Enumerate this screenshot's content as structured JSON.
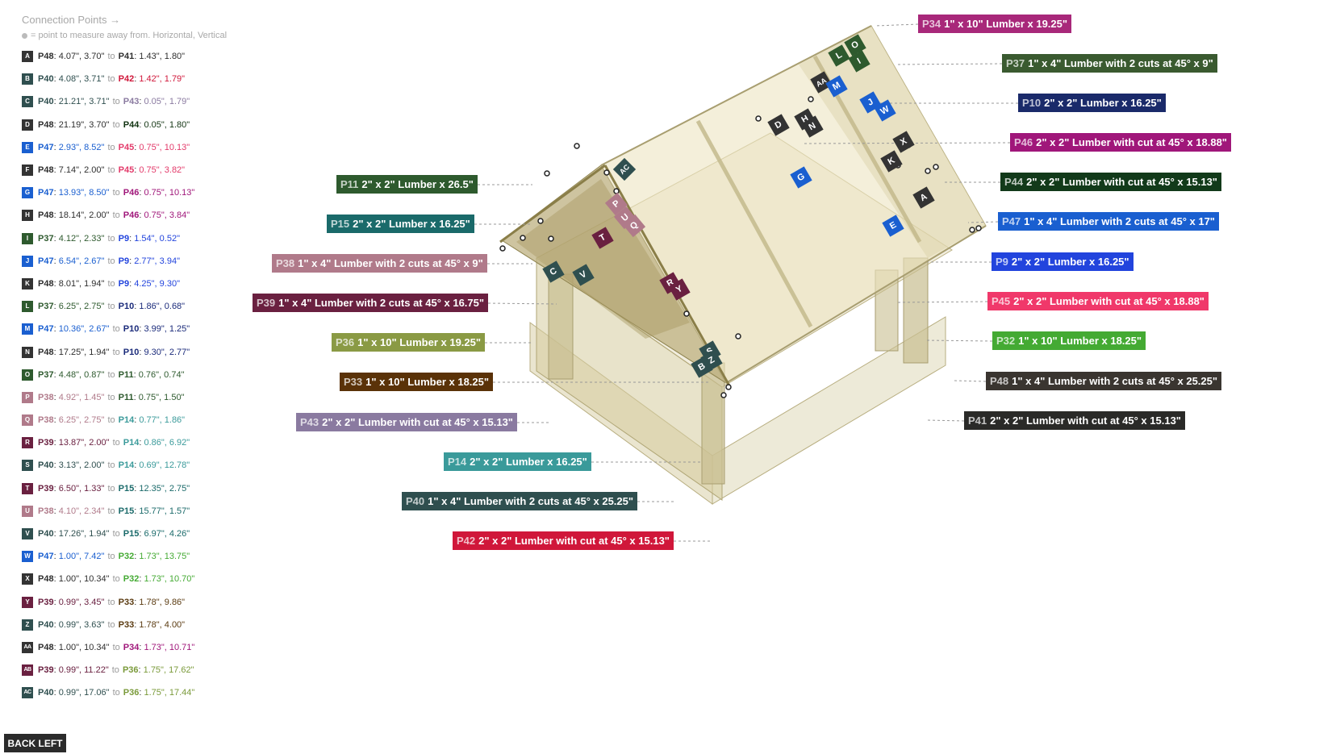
{
  "legend": {
    "title": "Connection Points →",
    "subtitle": "= point to measure away from. Horizontal, Vertical",
    "rows": [
      {
        "code": "A",
        "bg": "#333333",
        "from": "P48",
        "fromColor": "#2e2e2e",
        "fromVal": "4.07\", 3.70\"",
        "to": "P41",
        "toColor": "#2e2e2e",
        "toVal": "1.43\", 1.80\""
      },
      {
        "code": "B",
        "bg": "#2f4f4f",
        "from": "P40",
        "fromColor": "#2f4f4f",
        "fromVal": "4.08\", 3.71\"",
        "to": "P42",
        "toColor": "#d0173a",
        "toVal": "1.42\", 1.79\""
      },
      {
        "code": "C",
        "bg": "#2f4f4f",
        "from": "P40",
        "fromColor": "#2f4f4f",
        "fromVal": "21.21\", 3.71\"",
        "to": "P43",
        "toColor": "#8a7aa0",
        "toVal": "0.05\", 1.79\""
      },
      {
        "code": "D",
        "bg": "#333333",
        "from": "P48",
        "fromColor": "#2e2e2e",
        "fromVal": "21.19\", 3.70\"",
        "to": "P44",
        "toColor": "#113311",
        "toVal": "0.05\", 1.80\""
      },
      {
        "code": "E",
        "bg": "#1a5fd0",
        "from": "P47",
        "fromColor": "#1a5fd0",
        "fromVal": "2.93\", 8.52\"",
        "to": "P45",
        "toColor": "#e33a6a",
        "toVal": "0.75\", 10.13\""
      },
      {
        "code": "F",
        "bg": "#333333",
        "from": "P48",
        "fromColor": "#2e2e2e",
        "fromVal": "7.14\", 2.00\"",
        "to": "P45",
        "toColor": "#e33a6a",
        "toVal": "0.75\", 3.82\""
      },
      {
        "code": "G",
        "bg": "#1a5fd0",
        "from": "P47",
        "fromColor": "#1a5fd0",
        "fromVal": "13.93\", 8.50\"",
        "to": "P46",
        "toColor": "#a0177a",
        "toVal": "0.75\", 10.13\""
      },
      {
        "code": "H",
        "bg": "#333333",
        "from": "P48",
        "fromColor": "#2e2e2e",
        "fromVal": "18.14\", 2.00\"",
        "to": "P46",
        "toColor": "#a0177a",
        "toVal": "0.75\", 3.84\""
      },
      {
        "code": "I",
        "bg": "#2e5a2e",
        "from": "P37",
        "fromColor": "#2e5a2e",
        "fromVal": "4.12\", 2.33\"",
        "to": "P9",
        "toColor": "#2244dd",
        "toVal": "1.54\", 0.52\""
      },
      {
        "code": "J",
        "bg": "#1a5fd0",
        "from": "P47",
        "fromColor": "#1a5fd0",
        "fromVal": "6.54\", 2.67\"",
        "to": "P9",
        "toColor": "#2244dd",
        "toVal": "2.77\", 3.94\""
      },
      {
        "code": "K",
        "bg": "#333333",
        "from": "P48",
        "fromColor": "#2e2e2e",
        "fromVal": "8.01\", 1.94\"",
        "to": "P9",
        "toColor": "#2244dd",
        "toVal": "4.25\", 9.30\""
      },
      {
        "code": "L",
        "bg": "#2e5a2e",
        "from": "P37",
        "fromColor": "#2e5a2e",
        "fromVal": "6.25\", 2.75\"",
        "to": "P10",
        "toColor": "#1a2a7a",
        "toVal": "1.86\", 0.68\""
      },
      {
        "code": "M",
        "bg": "#1a5fd0",
        "from": "P47",
        "fromColor": "#1a5fd0",
        "fromVal": "10.36\", 2.67\"",
        "to": "P10",
        "toColor": "#1a2a7a",
        "toVal": "3.99\", 1.25\""
      },
      {
        "code": "N",
        "bg": "#333333",
        "from": "P48",
        "fromColor": "#2e2e2e",
        "fromVal": "17.25\", 1.94\"",
        "to": "P10",
        "toColor": "#1a2a7a",
        "toVal": "9.30\", 2.77\""
      },
      {
        "code": "O",
        "bg": "#2e5a2e",
        "from": "P37",
        "fromColor": "#2e5a2e",
        "fromVal": "4.48\", 0.87\"",
        "to": "P11",
        "toColor": "#2e5a2e",
        "toVal": "0.76\", 0.74\""
      },
      {
        "code": "P",
        "bg": "#b07a8a",
        "from": "P38",
        "fromColor": "#b07a8a",
        "fromVal": "4.92\", 1.45\"",
        "to": "P11",
        "toColor": "#2e5a2e",
        "toVal": "0.75\", 1.50\""
      },
      {
        "code": "Q",
        "bg": "#b07a8a",
        "from": "P38",
        "fromColor": "#b07a8a",
        "fromVal": "6.25\", 2.75\"",
        "to": "P14",
        "toColor": "#3a9a9a",
        "toVal": "0.77\", 1.86\""
      },
      {
        "code": "R",
        "bg": "#6a2040",
        "from": "P39",
        "fromColor": "#6a2040",
        "fromVal": "13.87\", 2.00\"",
        "to": "P14",
        "toColor": "#3a9a9a",
        "toVal": "0.86\", 6.92\""
      },
      {
        "code": "S",
        "bg": "#2f4f4f",
        "from": "P40",
        "fromColor": "#2f4f4f",
        "fromVal": "3.13\", 2.00\"",
        "to": "P14",
        "toColor": "#3a9a9a",
        "toVal": "0.69\", 12.78\""
      },
      {
        "code": "T",
        "bg": "#6a2040",
        "from": "P39",
        "fromColor": "#6a2040",
        "fromVal": "6.50\", 1.33\"",
        "to": "P15",
        "toColor": "#1a6a6a",
        "toVal": "12.35\", 2.75\""
      },
      {
        "code": "U",
        "bg": "#b07a8a",
        "from": "P38",
        "fromColor": "#b07a8a",
        "fromVal": "4.10\", 2.34\"",
        "to": "P15",
        "toColor": "#1a6a6a",
        "toVal": "15.77\", 1.57\""
      },
      {
        "code": "V",
        "bg": "#2f4f4f",
        "from": "P40",
        "fromColor": "#2f4f4f",
        "fromVal": "17.26\", 1.94\"",
        "to": "P15",
        "toColor": "#1a6a6a",
        "toVal": "6.97\", 4.26\""
      },
      {
        "code": "W",
        "bg": "#1a5fd0",
        "from": "P47",
        "fromColor": "#1a5fd0",
        "fromVal": "1.00\", 7.42\"",
        "to": "P32",
        "toColor": "#44aa33",
        "toVal": "1.73\", 13.75\""
      },
      {
        "code": "X",
        "bg": "#333333",
        "from": "P48",
        "fromColor": "#2e2e2e",
        "fromVal": "1.00\", 10.34\"",
        "to": "P32",
        "toColor": "#44aa33",
        "toVal": "1.73\", 10.70\""
      },
      {
        "code": "Y",
        "bg": "#6a2040",
        "from": "P39",
        "fromColor": "#6a2040",
        "fromVal": "0.99\", 3.45\"",
        "to": "P33",
        "toColor": "#5a3a10",
        "toVal": "1.78\", 9.86\""
      },
      {
        "code": "Z",
        "bg": "#2f4f4f",
        "from": "P40",
        "fromColor": "#2f4f4f",
        "fromVal": "0.99\", 3.63\"",
        "to": "P33",
        "toColor": "#5a3a10",
        "toVal": "1.78\", 4.00\""
      },
      {
        "code": "AA",
        "bg": "#333333",
        "from": "P48",
        "fromColor": "#2e2e2e",
        "fromVal": "1.00\", 10.34\"",
        "to": "P34",
        "toColor": "#a0177a",
        "toVal": "1.73\", 10.71\""
      },
      {
        "code": "AB",
        "bg": "#6a2040",
        "from": "P39",
        "fromColor": "#6a2040",
        "fromVal": "0.99\", 11.22\"",
        "to": "P36",
        "toColor": "#7a9a3a",
        "toVal": "1.75\", 17.62\""
      },
      {
        "code": "AC",
        "bg": "#2f4f4f",
        "from": "P40",
        "fromColor": "#2f4f4f",
        "fromVal": "0.99\", 17.06\"",
        "to": "P36",
        "toColor": "#7a9a3a",
        "toVal": "1.75\", 17.44\""
      }
    ]
  },
  "parts": [
    {
      "id": "P34",
      "desc": "1\" x 10\" Lumber  x 19.25\"",
      "color": "#a8287a"
    },
    {
      "id": "P37",
      "desc": "1\" x 4\" Lumber with 2 cuts at 45° x 9\"",
      "color": "#3a5a30"
    },
    {
      "id": "P10",
      "desc": "2\" x 2\" Lumber x 16.25\"",
      "color": "#1a2a6a"
    },
    {
      "id": "P46",
      "desc": "2\" x 2\" Lumber with cut at 45° x 18.88\"",
      "color": "#a0177a"
    },
    {
      "id": "P44",
      "desc": "2\" x 2\" Lumber with cut at 45° x 15.13\"",
      "color": "#123a1a"
    },
    {
      "id": "P47",
      "desc": "1\" x 4\" Lumber with 2 cuts at 45° x 17\"",
      "color": "#1a5fd0"
    },
    {
      "id": "P9",
      "desc": "2\" x 2\" Lumber x 16.25\"",
      "color": "#2244dd"
    },
    {
      "id": "P45",
      "desc": "2\" x 2\" Lumber with cut at 45° x 18.88\"",
      "color": "#f0386a"
    },
    {
      "id": "P32",
      "desc": "1\" x 10\" Lumber  x 18.25\"",
      "color": "#44aa33"
    },
    {
      "id": "P48",
      "desc": "1\" x 4\" Lumber with 2 cuts at 45° x 25.25\"",
      "color": "#3a3530"
    },
    {
      "id": "P41",
      "desc": "2\" x 2\" Lumber with cut at 45° x 15.13\"",
      "color": "#2a2a28"
    },
    {
      "id": "P11",
      "desc": "2\" x 2\" Lumber x 26.5\"",
      "color": "#2e5a2e"
    },
    {
      "id": "P15",
      "desc": "2\" x 2\" Lumber x 16.25\"",
      "color": "#1a6a6a"
    },
    {
      "id": "P38",
      "desc": "1\" x 4\" Lumber with 2 cuts at 45° x 9\"",
      "color": "#b07a8a"
    },
    {
      "id": "P39",
      "desc": "1\" x 4\" Lumber with 2 cuts at 45° x 16.75\"",
      "color": "#6a2040"
    },
    {
      "id": "P36",
      "desc": "1\" x 10\" Lumber  x 19.25\"",
      "color": "#8a9a44"
    },
    {
      "id": "P33",
      "desc": "1\" x 10\" Lumber  x 18.25\"",
      "color": "#5a3208"
    },
    {
      "id": "P43",
      "desc": "2\" x 2\" Lumber with cut at 45° x 15.13\"",
      "color": "#8a7aa0"
    },
    {
      "id": "P14",
      "desc": "2\" x 2\" Lumber x 16.25\"",
      "color": "#3a9a9a"
    },
    {
      "id": "P40",
      "desc": "1\" x 4\" Lumber with 2 cuts at 45° x 25.25\"",
      "color": "#2f4f4f"
    },
    {
      "id": "P42",
      "desc": "2\" x 2\" Lumber with cut at 45° x 15.13\"",
      "color": "#d0173a"
    }
  ],
  "markers": [
    {
      "code": "AC",
      "bg": "#2f4f4f"
    },
    {
      "code": "P",
      "bg": "#b07a8a"
    },
    {
      "code": "U",
      "bg": "#b07a8a"
    },
    {
      "code": "Q",
      "bg": "#b07a8a"
    },
    {
      "code": "T",
      "bg": "#6a2040"
    },
    {
      "code": "C",
      "bg": "#2f4f4f"
    },
    {
      "code": "V",
      "bg": "#2f4f4f"
    },
    {
      "code": "R",
      "bg": "#6a2040"
    },
    {
      "code": "Y",
      "bg": "#6a2040"
    },
    {
      "code": "S",
      "bg": "#2f4f4f"
    },
    {
      "code": "Z",
      "bg": "#2f4f4f"
    },
    {
      "code": "B",
      "bg": "#2f4f4f"
    },
    {
      "code": "O",
      "bg": "#2e5a2e"
    },
    {
      "code": "I",
      "bg": "#2e5a2e"
    },
    {
      "code": "L",
      "bg": "#2e5a2e"
    },
    {
      "code": "AA",
      "bg": "#333333"
    },
    {
      "code": "M",
      "bg": "#1a5fd0"
    },
    {
      "code": "J",
      "bg": "#1a5fd0"
    },
    {
      "code": "W",
      "bg": "#1a5fd0"
    },
    {
      "code": "D",
      "bg": "#333333"
    },
    {
      "code": "H",
      "bg": "#333333"
    },
    {
      "code": "N",
      "bg": "#333333"
    },
    {
      "code": "X",
      "bg": "#333333"
    },
    {
      "code": "K",
      "bg": "#333333"
    },
    {
      "code": "G",
      "bg": "#1a5fd0"
    },
    {
      "code": "A",
      "bg": "#333333"
    },
    {
      "code": "E",
      "bg": "#1a5fd0"
    }
  ],
  "back_button": "BACK LEFT"
}
